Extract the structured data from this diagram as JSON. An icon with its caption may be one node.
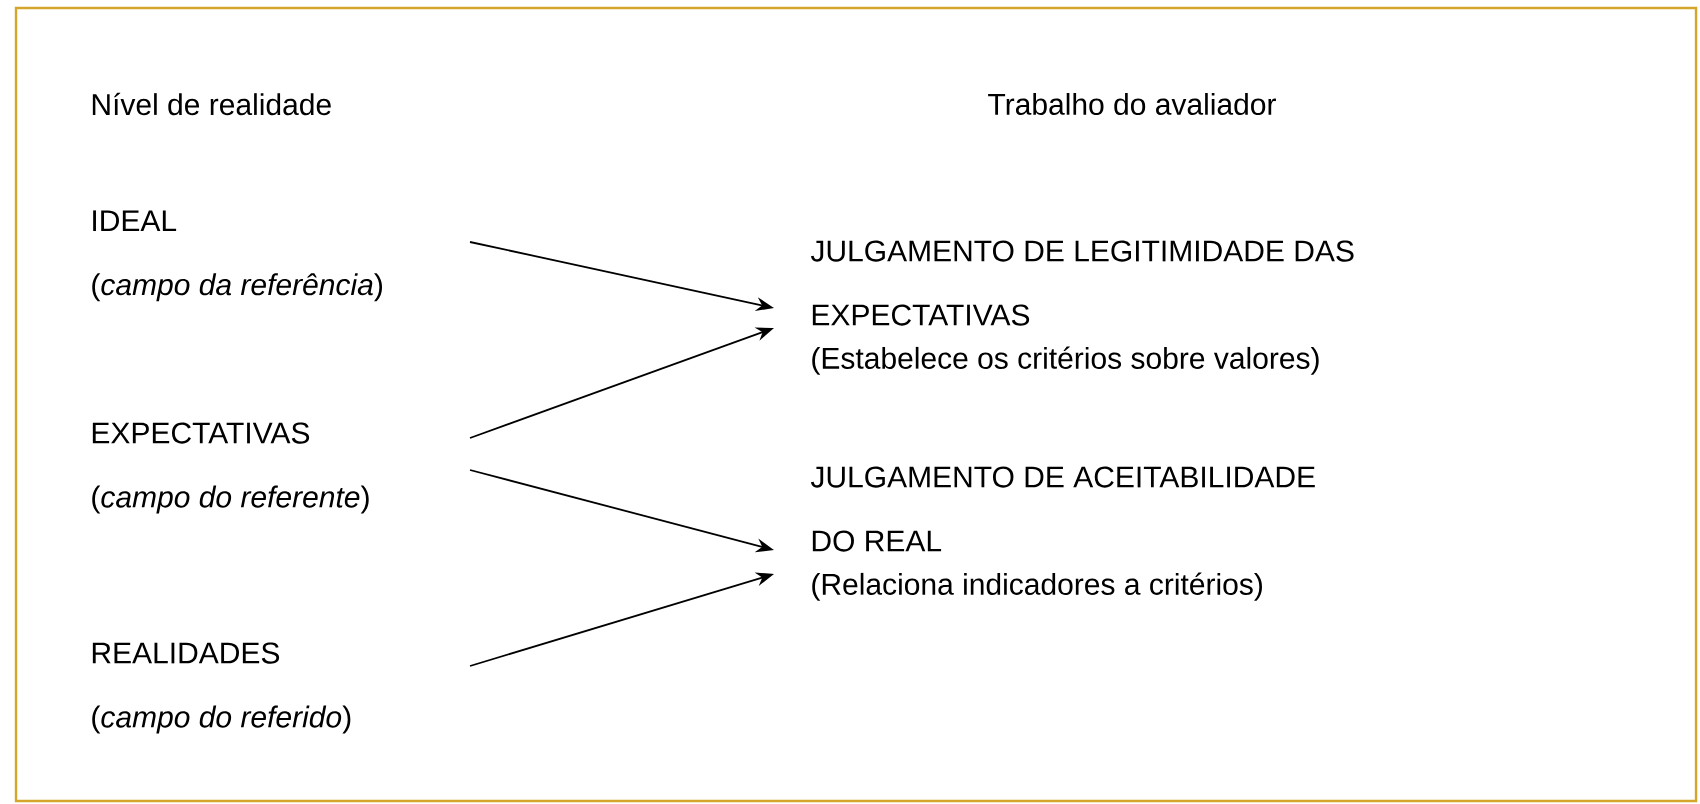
{
  "diagram": {
    "nodes": [
      {
        "text": [
          "IDEAL",
          "(*campo da referência*)"
        ]
      },
      {
        "text": [
          "EXPECTATIVAS",
          "(*campo do referente*)"
        ]
      },
      {
        "text": [
          "REALIDADES",
          "(*campo do referido*)"
        ]
      },
      {
        "text": [
          "JULGAMENTO DE LEGITIMIDADE DAS EXPECTATIVAS",
          "(Estabelece os critérios sobre valores)"
        ]
      },
      {
        "text": [
          "JULGAMENTO DE ACEITABILIDADE DO REAL",
          "(Relaciona indicadores a critérios)"
        ]
      }
    ],
    "edges": [
      {
        "from": 0,
        "to": 3,
        "arrow": "to"
      },
      {
        "from": 1,
        "to": 3,
        "arrow": "to"
      },
      {
        "from": 1,
        "to": 4,
        "arrow": "to"
      },
      {
        "from": 2,
        "to": 4,
        "arrow": "to"
      }
    ],
    "labels": [
      "Nível de realidade",
      "Trabalho do avaliador"
    ]
  }
}
